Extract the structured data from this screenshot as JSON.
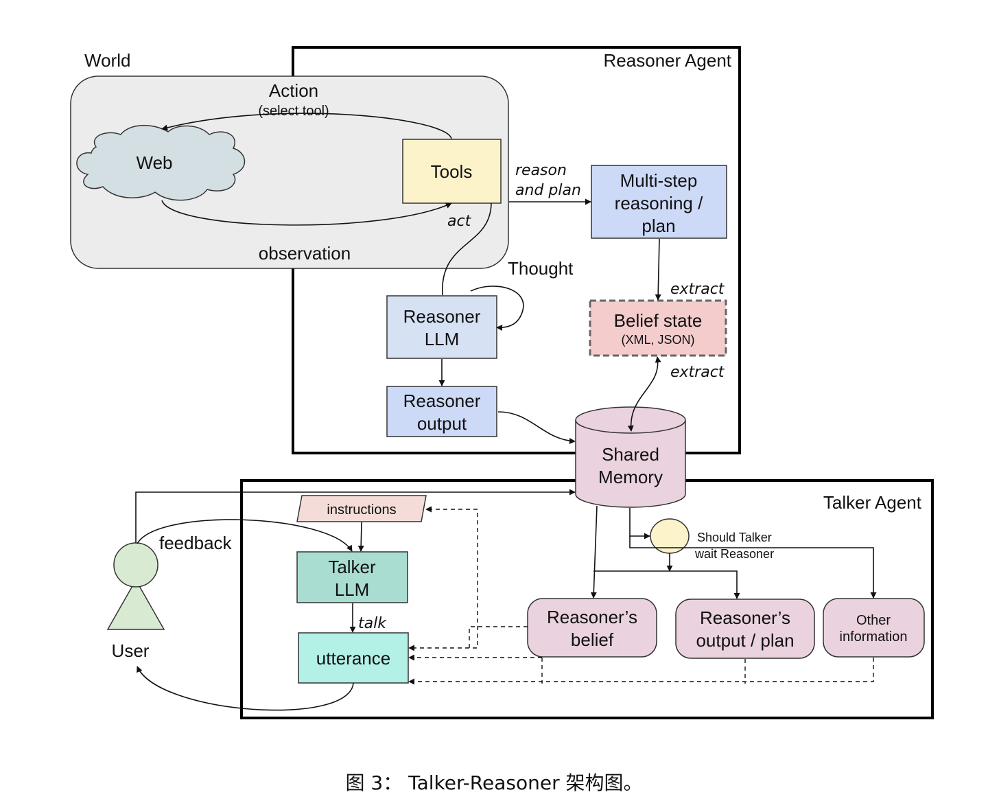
{
  "figure": {
    "caption": "图 3： Talker-Reasoner 架构图。",
    "regions": {
      "world": "World",
      "reasoner_agent": "Reasoner Agent",
      "talker_agent": "Talker Agent"
    },
    "nodes": {
      "web": "Web",
      "tools": "Tools",
      "multistep": [
        "Multi-step",
        "reasoning /",
        "plan"
      ],
      "belief_state": "Belief state",
      "belief_state_sub": "(XML, JSON)",
      "reasoner_llm": [
        "Reasoner",
        "LLM"
      ],
      "reasoner_output": [
        "Reasoner",
        "output"
      ],
      "shared_memory": [
        "Shared",
        "Memory"
      ],
      "instructions": "instructions",
      "talker_llm": [
        "Talker",
        "LLM"
      ],
      "utterance": "utterance",
      "user": "User",
      "should_wait": [
        "Should Talker",
        "wait Reasoner"
      ],
      "reasoners_belief": [
        "Reasoner’s",
        "belief"
      ],
      "reasoners_output_plan": [
        "Reasoner’s",
        "output / plan"
      ],
      "other_information": [
        "Other",
        "information"
      ]
    },
    "edge_labels": {
      "action": "Action",
      "action_sub": "(select tool)",
      "observation": "observation",
      "act": "act",
      "reason_and_plan": [
        "reason",
        "and plan"
      ],
      "thought": "Thought",
      "extract_1": "extract",
      "extract_2": "extract",
      "feedback": "feedback",
      "talk": "talk"
    },
    "colors": {
      "world_bg": "#ececec",
      "cloud": "#d3dfe3",
      "tools": "#fdf3cb",
      "multistep": "#cddaf7",
      "belief_state": "#f4cccc",
      "reasoner_llm": "#d6e2f4",
      "reasoner_output": "#cddaf7",
      "shared_memory": "#ead2de",
      "instructions": "#f4ddd8",
      "talker_llm": "#a9ddd2",
      "utterance": "#b3f0e6",
      "user": "#d9ead3",
      "should_wait": "#fdf3cb",
      "info_boxes": "#ead2de"
    }
  }
}
